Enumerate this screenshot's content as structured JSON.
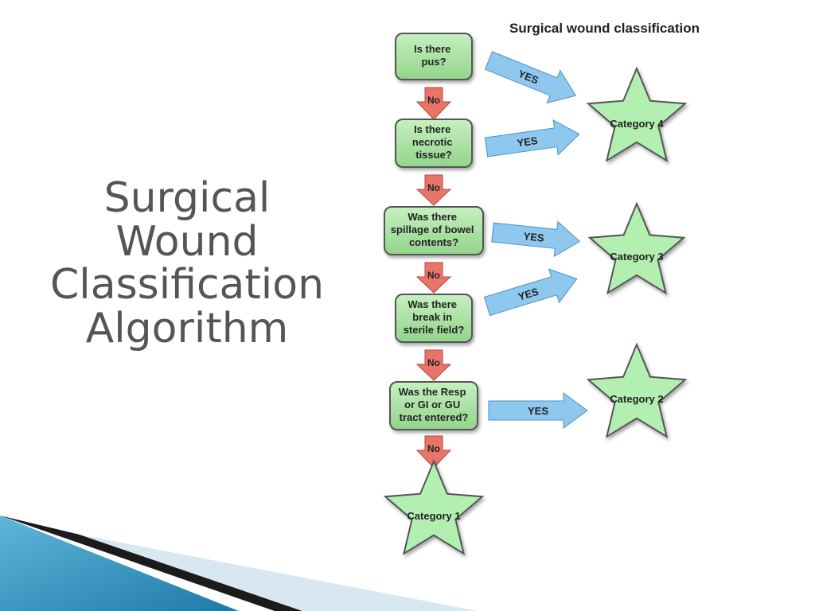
{
  "slide": {
    "title_lines": [
      "Surgical",
      "Wound",
      "Classification",
      "Algorithm"
    ]
  },
  "diagram": {
    "heading": "Surgical wound classification",
    "questions": [
      {
        "lines": [
          "Is there",
          "pus?"
        ]
      },
      {
        "lines": [
          "Is there",
          "necrotic",
          "tissue?"
        ]
      },
      {
        "lines": [
          "Was there",
          "spillage of bowel",
          "contents?"
        ]
      },
      {
        "lines": [
          "Was there",
          "break in",
          "sterile field?"
        ]
      },
      {
        "lines": [
          "Was the Resp",
          "or GI or GU",
          "tract entered?"
        ]
      }
    ],
    "no_label": "No",
    "yes_label": "YES",
    "categories": [
      {
        "label": "Category 4"
      },
      {
        "label": "Category 3"
      },
      {
        "label": "Category 2"
      },
      {
        "label": "Category 1"
      }
    ],
    "colors": {
      "box_fill": "#a8e0a2",
      "box_stroke": "#555555",
      "star_fill": "#b2efb0",
      "no_arrow": "#e8746a",
      "yes_arrow": "#8ec8ee",
      "stripe_dark": "#1b1b1b",
      "stripe_blue": "#2a86b2"
    }
  }
}
